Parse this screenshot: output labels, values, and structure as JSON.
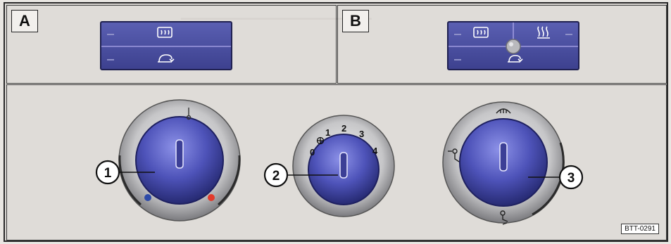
{
  "panels": [
    {
      "label": "A"
    },
    {
      "label": "B"
    }
  ],
  "dials": [
    {
      "callout": "1"
    },
    {
      "callout": "2",
      "scale": [
        "0",
        "1",
        "2",
        "3",
        "4"
      ]
    },
    {
      "callout": "3"
    }
  ],
  "figure_ref": "BTT-0291",
  "icons": [
    "rear-window-heater-icon",
    "recirculation-icon",
    "seat-heater-icon",
    "indicator-lamp-icon",
    "defrost-icon",
    "footwell-icon",
    "face-vent-icon"
  ]
}
